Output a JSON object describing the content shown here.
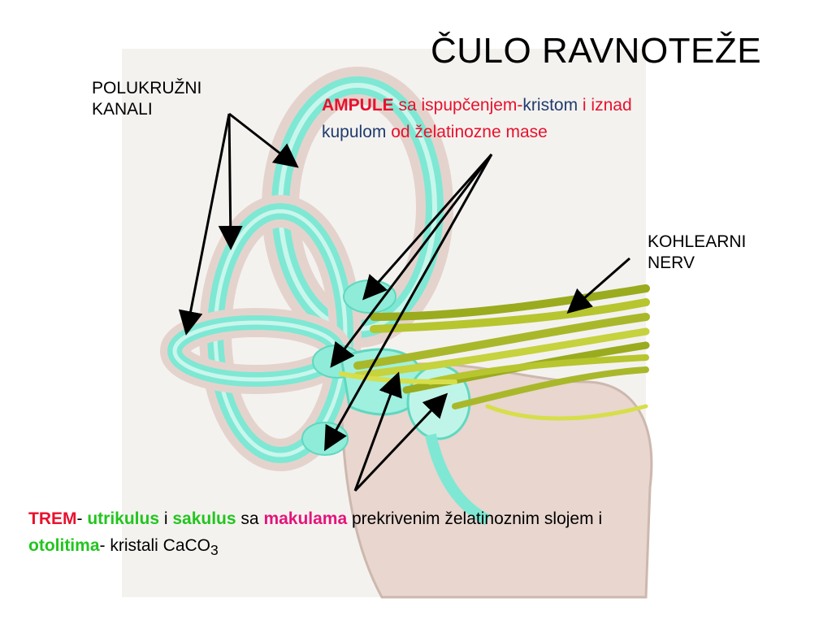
{
  "title": "ČULO RAVNOTEŽE",
  "labels": {
    "canals_line1": "POLUKRUŽNI",
    "canals_line2": "KANALI",
    "nerve_line1": "KOHLEARNI",
    "nerve_line2": "NERV"
  },
  "ampule": {
    "term": "AMPULE",
    "p1": " sa ispupčenjem-",
    "p2": "kristom",
    "p3": " i iznad",
    "p4": "kupulom",
    "p5": " od želatinozne mase"
  },
  "bottom": {
    "trem": "TREM",
    "dash1": "- ",
    "utrikulus": "utrikulus",
    "and": " i ",
    "sakulus": "sakulus",
    "sa": " sa ",
    "makulama": "makulama",
    "rest1": " prekrivenim želatinoznim slojem i",
    "otolitima": "otolitima",
    "rest2": "- kristali CaCO",
    "sub": "3"
  },
  "colors": {
    "red": "#e8112d",
    "dark_blue": "#1f3c6e",
    "green": "#22c51e",
    "magenta": "#e4147b",
    "canal": "#7ee8d4",
    "nerve": "#a9b82a"
  }
}
